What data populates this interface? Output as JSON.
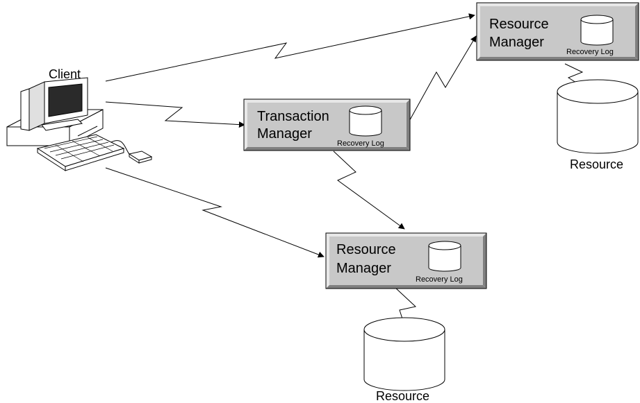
{
  "client": {
    "label": "Client"
  },
  "transaction_manager": {
    "title_line1": "Transaction",
    "title_line2": "Manager",
    "log_label": "Recovery Log"
  },
  "resource_manager_top": {
    "title_line1": "Resource",
    "title_line2": "Manager",
    "log_label": "Recovery Log"
  },
  "resource_manager_bottom": {
    "title_line1": "Resource",
    "title_line2": "Manager",
    "log_label": "Recovery Log"
  },
  "resource_top": {
    "label": "Resource"
  },
  "resource_bottom": {
    "label": "Resource"
  },
  "colors": {
    "box_face": "#c8c8c8",
    "box_shadow": "#808080",
    "box_highlight": "#e8e8e8",
    "line": "#000000",
    "background": "#ffffff"
  }
}
